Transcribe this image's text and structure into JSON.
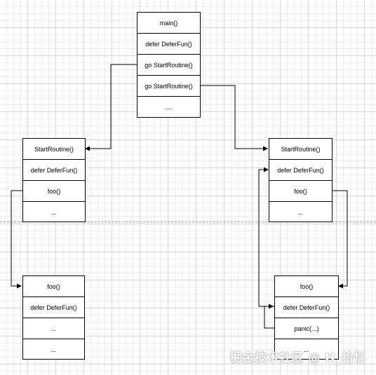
{
  "main_stack": {
    "title": "main()",
    "rows": [
      "defer DeferFun()",
      "go StartRoutine()",
      "go StartRoutine()",
      "...."
    ]
  },
  "left_routine_stack": {
    "title": "StartRoutine()",
    "rows": [
      "defer DeferFun()",
      "foo()",
      "..."
    ]
  },
  "right_routine_stack": {
    "title": "StartRoutine()",
    "rows": [
      "defer DeferFun()",
      "foo()",
      "..."
    ]
  },
  "left_foo_stack": {
    "title": "foo()",
    "rows": [
      "defer DeferFun()",
      "...",
      "..."
    ]
  },
  "right_foo_stack": {
    "title": "foo()",
    "rows": [
      "defer DeferFun()",
      "panic(...)",
      "..."
    ]
  },
  "watermark": "掘金技术社区 @ H_拾忆",
  "colors": {
    "border": "#000000",
    "grid": "#d6d6d6",
    "page_break": "#9a9a9a"
  }
}
